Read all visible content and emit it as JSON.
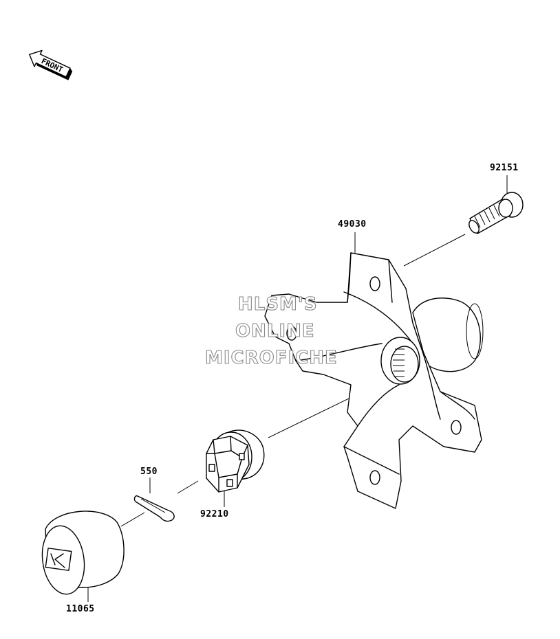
{
  "front_indicator": {
    "text": "FRONT",
    "icon": "front-arrow-icon"
  },
  "watermark": {
    "lines": [
      "HLSM'S",
      "ONLINE",
      "MICROFICHE"
    ]
  },
  "parts": {
    "bolt": {
      "number": "92151"
    },
    "hub": {
      "number": "49030"
    },
    "cotter_pin": {
      "number": "550"
    },
    "castle_nut": {
      "number": "92210"
    },
    "hub_cap": {
      "number": "11065"
    }
  }
}
